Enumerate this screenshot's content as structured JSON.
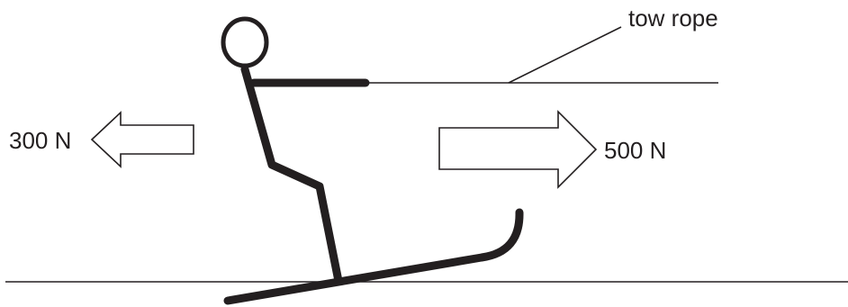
{
  "labels": {
    "tow_rope": "tow rope",
    "left_force": "300 N",
    "right_force": "500 N"
  },
  "colors": {
    "ink": "#231f20",
    "background": "#ffffff"
  }
}
